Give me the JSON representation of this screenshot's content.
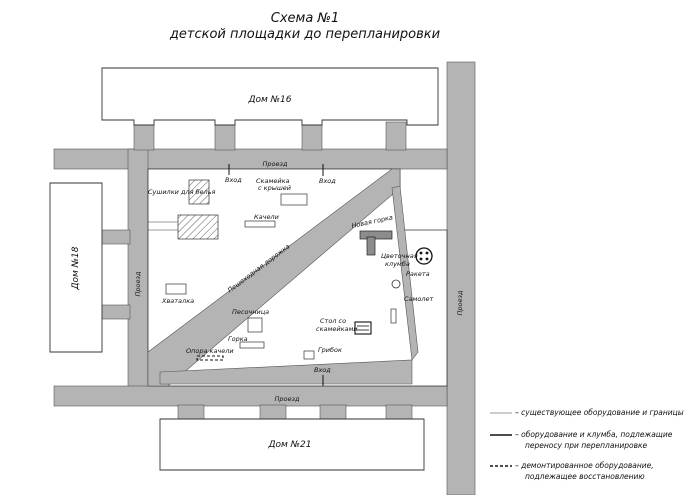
{
  "title": {
    "line1": "Схема №1",
    "line2": "детской площадки до перепланировки"
  },
  "buildings": {
    "dom16": "Дом №16",
    "dom18": "Дом №18",
    "dom21": "Дом №21"
  },
  "roads": {
    "proezd_top": "Проезд",
    "proezd_left": "Проезд",
    "proezd_bottom": "Проезд",
    "proezd_right": "Проезд",
    "pedestrian_path": "Пешеходная дорожка"
  },
  "entrances": {
    "vhod_1": "Вход",
    "vhod_2": "Вход",
    "vhod_3": "Вход"
  },
  "objects": {
    "sushilki": "Сушилки для белья",
    "skameika_line1": "Скамейка",
    "skameika_line2": "с крышей",
    "kacheli": "Качели",
    "novaya_gorka": "Новая горка",
    "cvetochnaya_line1": "Цветочная",
    "cvetochnaya_line2": "клумба",
    "raketa": "Ракета",
    "hvatalka": "Хваталка",
    "pesochnica": "Песочница",
    "samolet": "Самолет",
    "stol_line1": "Стол со",
    "stol_line2": "скамейками",
    "gorka": "Горка",
    "opora_kacheli": "Опора качели",
    "gribok": "Грибок"
  },
  "legend": {
    "existing": "– существующее оборудование и границы",
    "relocate_line1": "– оборудование и клумба, подлежащие",
    "relocate_line2": "переносу при перепланировке",
    "dismantled_line1": "– демонтированное оборудование,",
    "dismantled_line2": "подлежащее восстановлению"
  },
  "colors": {
    "road": "#b4b4b4",
    "building": "#ffffff",
    "line": "#111111",
    "relocate": "#8c8c8c"
  }
}
